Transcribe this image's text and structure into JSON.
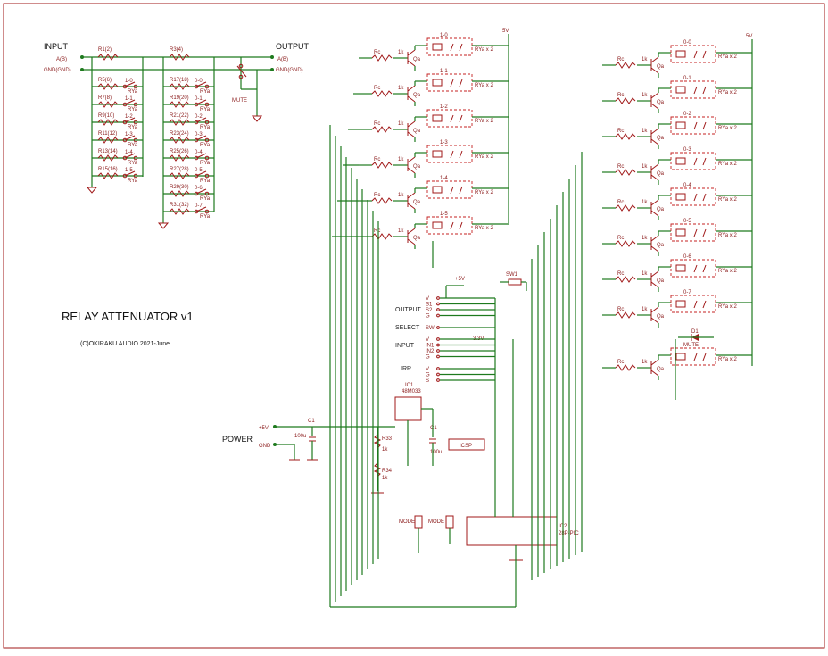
{
  "title": "RELAY ATTENUATOR v1",
  "copyright": "(C)OKIRAKU AUDIO 2021-June",
  "power": {
    "label": "POWER",
    "plus": "+5V",
    "gnd": "GND",
    "c1": "C1",
    "c1_value": "100u"
  },
  "input_section": {
    "input_label": "INPUT",
    "output_label": "OUTPUT",
    "input_ab": "A(B)",
    "input_gnd": "GND(GND)",
    "output_ab": "A(B)",
    "output_gnd": "GND(GND)",
    "mute": "MUTE",
    "r_top_left": "R1(2)",
    "r_top_right": "R3(4)",
    "left_resistors": [
      "R5(6)",
      "R7(8)",
      "R9(10)",
      "R11(12)",
      "R13(14)",
      "R15(16)"
    ],
    "left_relays": [
      "1-0",
      "1-1",
      "1-2",
      "1-3",
      "1-4",
      "1-5"
    ],
    "right_resistors": [
      "R17(18)",
      "R19(20)",
      "R21(22)",
      "R23(24)",
      "R25(26)",
      "R27(28)",
      "R29(30)",
      "R31(32)"
    ],
    "right_relays": [
      "0-0",
      "0-1",
      "0-2",
      "0-3",
      "0-4",
      "0-5",
      "0-6",
      "0-7"
    ],
    "relay_contact": "RYa"
  },
  "driver_left": {
    "supply": "5V",
    "rows": [
      "1-0",
      "1-1",
      "1-2",
      "1-3",
      "1-4",
      "1-5"
    ],
    "rc": "Rc",
    "r1k": "1k",
    "q": "Qa",
    "relay_count": "RYa x 2"
  },
  "driver_right": {
    "supply": "5V",
    "rows": [
      "0-0",
      "0-1",
      "0-2",
      "0-3",
      "0-4",
      "0-5",
      "0-6",
      "0-7",
      "MUTE"
    ],
    "diode": "D1",
    "rc": "Rc",
    "r1k": "1k",
    "q": "Qa",
    "relay_count": "RYa x 2"
  },
  "connector": {
    "plus5v": "+5V",
    "sw1": "SW1",
    "output": "OUTPUT",
    "output_pins": [
      "V",
      "S1",
      "S2",
      "G"
    ],
    "select": "SELECT",
    "select_pin": "SW",
    "input": "INPUT",
    "input_pins": [
      "V",
      "IN1",
      "IN2",
      "G"
    ],
    "v33": "3.3V",
    "irr": "IRR",
    "irr_pins": [
      "V",
      "G",
      "S"
    ]
  },
  "ic1": {
    "name": "IC1",
    "part": "48M033",
    "c1": "C1",
    "c1_value": "100u",
    "r33": "R33",
    "r33_val": "1k",
    "r34": "R34",
    "r34_val": "1k"
  },
  "icsp": "ICSP",
  "ic2": {
    "name": "IC2",
    "part": "28P-PIC"
  },
  "modes": [
    "MODE",
    "MODE"
  ]
}
